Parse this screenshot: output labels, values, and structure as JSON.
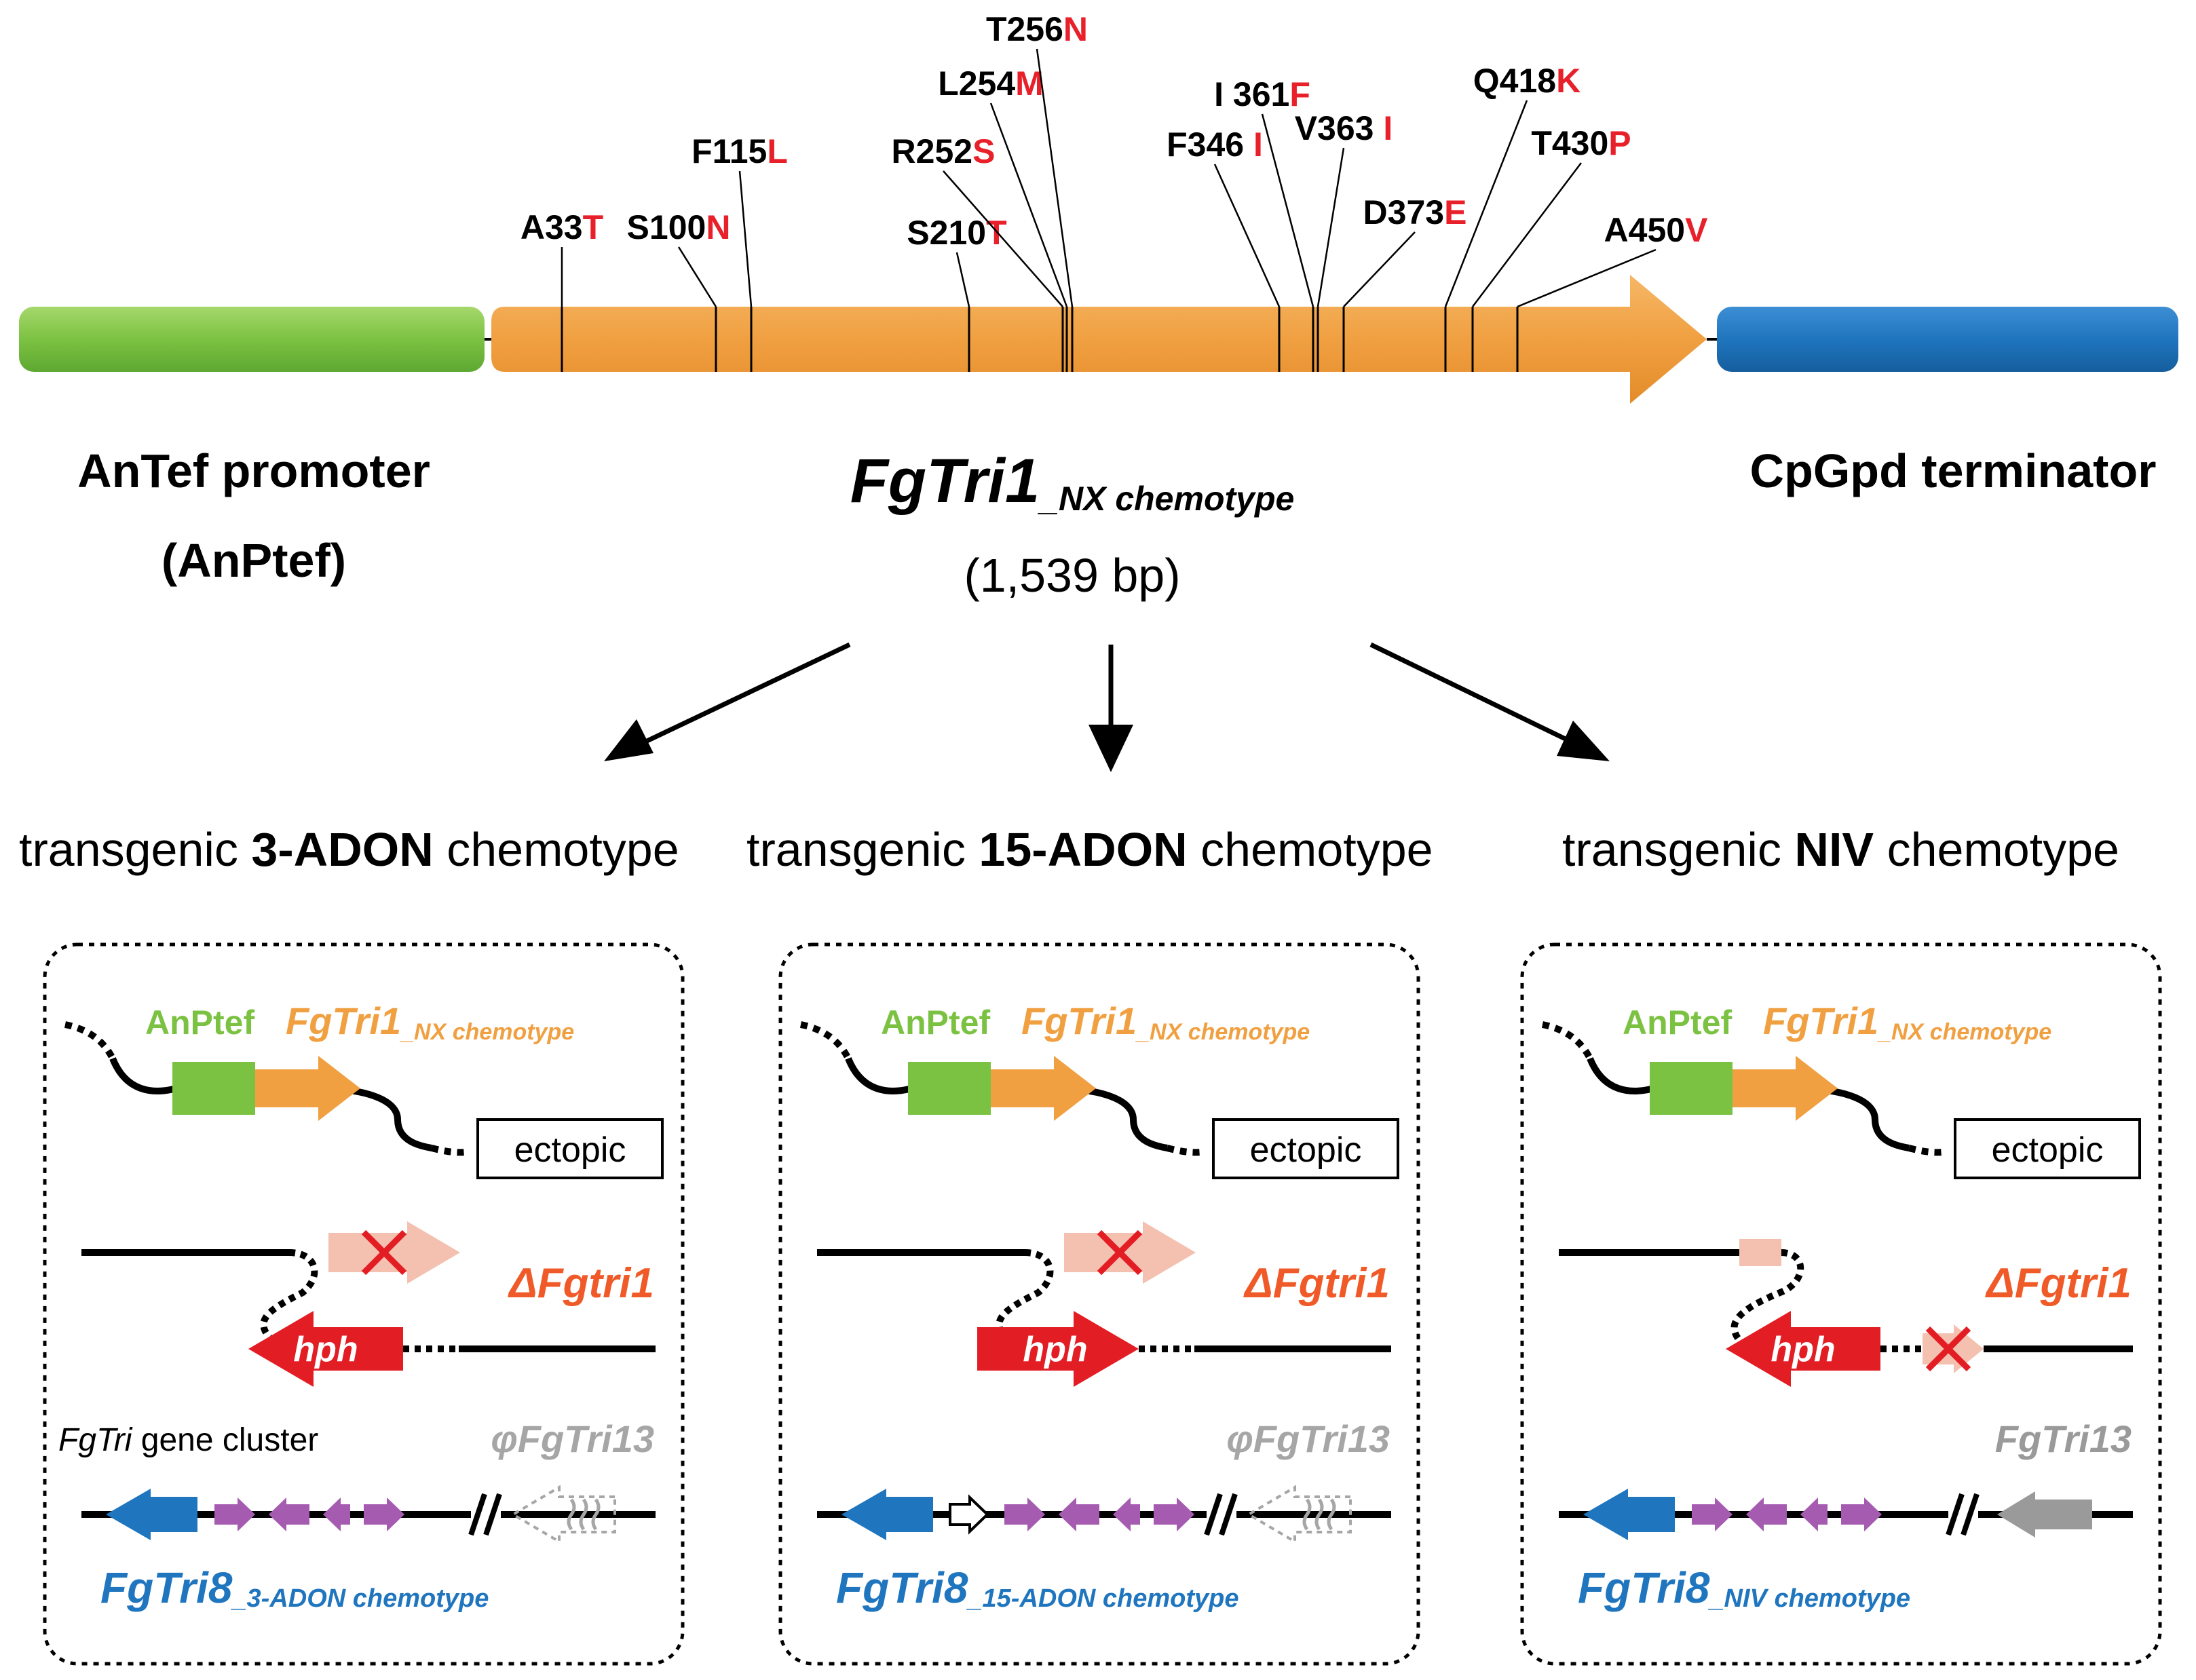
{
  "construct": {
    "promoter_label_line1": "AnTef promoter",
    "promoter_label_line2": "(AnPtef)",
    "gene_name": "FgTri1",
    "gene_suffix": "_NX chemotype",
    "gene_length": "(1,539 bp)",
    "terminator_label": "CpGpd terminator",
    "colors": {
      "promoter": "#7cc242",
      "gene": "#f0a041",
      "terminator": "#1f75be",
      "mutation_new": "#e8202a"
    },
    "mutations": [
      {
        "orig": "A33",
        "new": "T"
      },
      {
        "orig": "S100",
        "new": "N"
      },
      {
        "orig": "F115",
        "new": "L"
      },
      {
        "orig": "S210",
        "new": "T"
      },
      {
        "orig": "R252",
        "new": "S"
      },
      {
        "orig": "L254",
        "new": "M"
      },
      {
        "orig": "T256",
        "new": "N"
      },
      {
        "orig": "F346 ",
        "new": "I"
      },
      {
        "orig": "I 361",
        "new": "F"
      },
      {
        "orig": "V363 ",
        "new": "I"
      },
      {
        "orig": "D373",
        "new": "E"
      },
      {
        "orig": "Q418",
        "new": "K"
      },
      {
        "orig": "T430",
        "new": "P"
      },
      {
        "orig": "A450",
        "new": "V"
      }
    ]
  },
  "panels": [
    {
      "title_prefix": "transgenic ",
      "title_bold": "3-ADON",
      "title_suffix": " chemotype",
      "promoter_short": "AnPtef",
      "gene_name": "FgTri1",
      "gene_suffix": "_NX chemotype",
      "ectopic": "ectopic",
      "deletion": "ΔFgtri1",
      "hph": "hph",
      "cluster_label_italic": "FgTri",
      "cluster_label_rest": " gene cluster",
      "tri13_label": "φFgTri13",
      "tri8_name": "FgTri8",
      "tri8_suffix": "_3-ADON chemotype"
    },
    {
      "title_prefix": "transgenic ",
      "title_bold": "15-ADON",
      "title_suffix": " chemotype",
      "promoter_short": "AnPtef",
      "gene_name": "FgTri1",
      "gene_suffix": "_NX chemotype",
      "ectopic": "ectopic",
      "deletion": "ΔFgtri1",
      "hph": "hph",
      "tri13_label": "φFgTri13",
      "tri8_name": "FgTri8",
      "tri8_suffix": "_15-ADON chemotype"
    },
    {
      "title_prefix": "transgenic ",
      "title_bold": "NIV",
      "title_suffix": " chemotype",
      "promoter_short": "AnPtef",
      "gene_name": "FgTri1",
      "gene_suffix": "_NX chemotype",
      "ectopic": "ectopic",
      "deletion": "ΔFgtri1",
      "hph": "hph",
      "tri13_label": "FgTri13",
      "tri8_name": "FgTri8",
      "tri8_suffix": "_NIV chemotype"
    }
  ],
  "element_colors": {
    "cluster_purple": "#a45bb0",
    "tri8_blue": "#1f75be",
    "hph_red": "#e31d24",
    "deleted_pink": "#f4c1b0",
    "pseudo_gray": "#a6a6a6",
    "tri13_gray": "#9a9a9a"
  }
}
